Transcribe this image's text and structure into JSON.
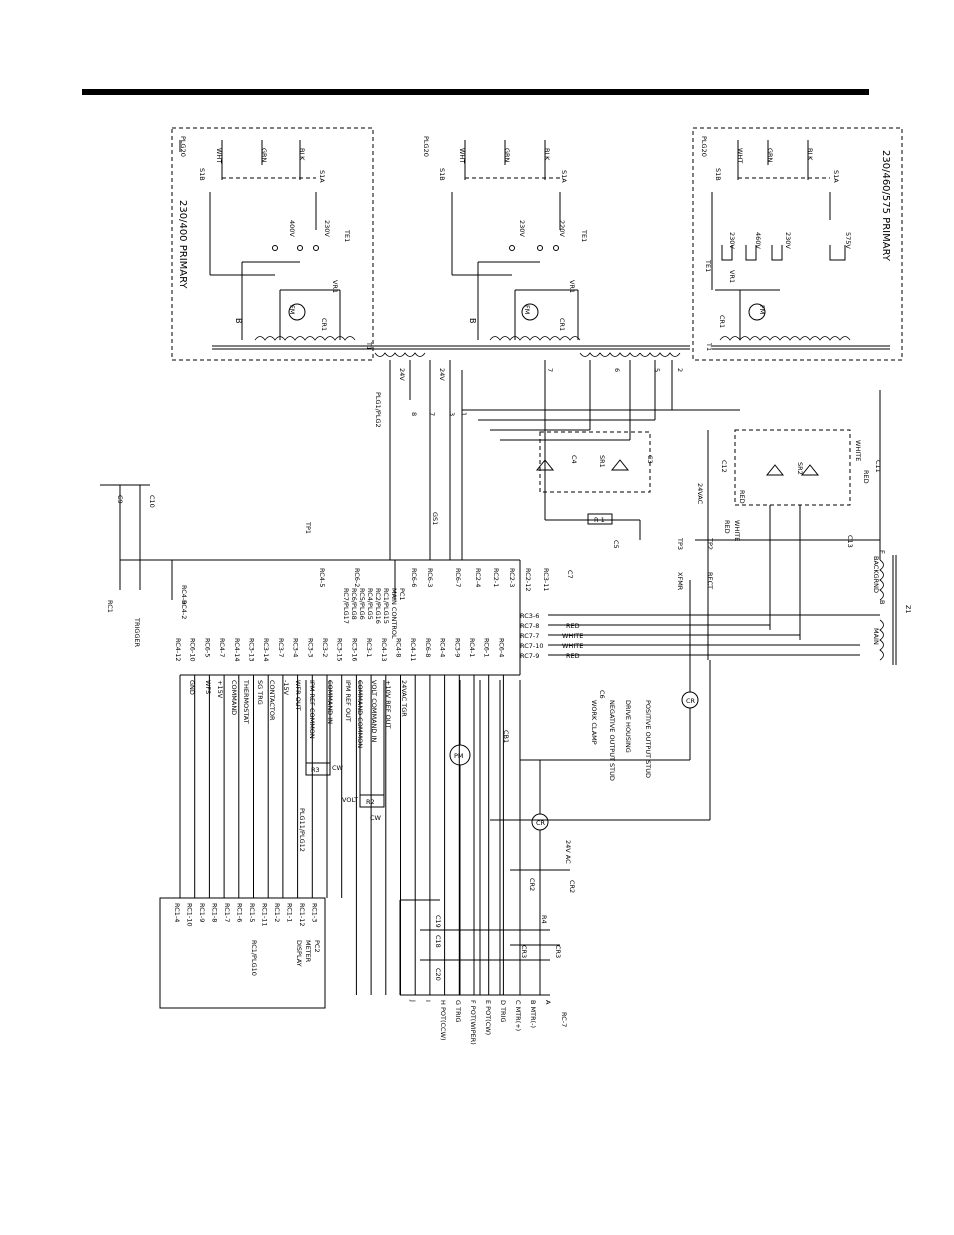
{
  "boxes": {
    "left_title": "230/400 PRIMARY",
    "center_title": "",
    "right_title": "230/460/575 PRIMARY"
  },
  "primary_labels": {
    "plug": "PLG20",
    "wht": "WHT",
    "grn": "GRN",
    "blk": "BLK",
    "s1a": "S1A",
    "s1b": "S1B",
    "te1": "TE1",
    "fm": "FM",
    "vr1": "VR1",
    "cr1": "CR1",
    "b": "B",
    "t1": "T1",
    "v230": "230V",
    "v400": "400V",
    "v460": "460V",
    "v575": "575V",
    "v220": "220V"
  },
  "transformer": {
    "taps": [
      "24V",
      "24V",
      "7",
      "6",
      "5",
      "2"
    ],
    "plug": "PLG1/PLG2",
    "pins": [
      "8",
      "7",
      "3",
      "1"
    ]
  },
  "power": {
    "sr1": "SR1",
    "sr2": "SR2",
    "c3": "C3",
    "c4": "C4",
    "c11": "C11",
    "c12": "C12",
    "c13": "C13",
    "r1": "R 1",
    "c5": "C5",
    "c7": "C7",
    "red": "RED",
    "white": "WHITE",
    "ac": "24VAC",
    "tp1": "TP1",
    "tp2": "TP2",
    "tp3": "TP3",
    "rect": "RECT",
    "xfmr": "XFMR",
    "gs1": "GS1",
    "z1": "Z1",
    "main": "MAIN",
    "background": "BACKGRND",
    "e": "E",
    "b": "B"
  },
  "pc1": {
    "title": "PC1",
    "subtitle": "MAIN CONTROL",
    "plugs": [
      "RC1/PLG15",
      "RC2/PLG16",
      "RC4/PLG5",
      "RC5/PLG6",
      "RC6/PLG8",
      "RC7/PLG17"
    ],
    "left_pins": [
      "RC4-5",
      "RC6-2",
      "RC6-6",
      "RC6-3",
      "RC6-7",
      "RC2-4",
      "RC2-1",
      "RC2-3",
      "RC2-12",
      "RC3-11"
    ],
    "right_pins": [
      "RC3-6",
      "RC7-8",
      "RC7-7",
      "RC7-10",
      "RC7-9"
    ]
  },
  "rc4": {
    "pins": [
      "RC4-9",
      "RC4-2"
    ],
    "rc1": "RC1",
    "trigger": "TRIGGER",
    "c9": "C9",
    "c10": "C10"
  },
  "pc2": {
    "title": "PC2",
    "line2": "METER",
    "line3": "DISPLAY",
    "plug": "RC1/PLG10",
    "pins": [
      "RC1-4",
      "RC1-10",
      "RC1-9",
      "RC1-8",
      "RC1-7",
      "RC1-6",
      "RC1-5",
      "RC1-11",
      "RC1-2",
      "RC1-1",
      "RC1-12",
      "RC1-3"
    ]
  },
  "harness": {
    "pins": [
      "RC4-12",
      "RC6-10",
      "RC6-5",
      "RC4-7",
      "RC4-14",
      "RC3-13",
      "RC3-14",
      "RC3-7",
      "RC3-4",
      "RC3-3",
      "RC3-2",
      "RC3-15",
      "RC3-16",
      "RC3-1",
      "RC4-13",
      "RC4-8",
      "RC4-11",
      "RC6-8",
      "RC4-4",
      "RC3-9",
      "RC4-1",
      "RC6-1",
      "RC6-4"
    ],
    "signals": [
      "GND",
      "WFS",
      "+15V",
      "COMMAND",
      "THERMOSTAT",
      "SG TRG",
      "CONTACTOR",
      "-15V",
      "WFR OUT",
      "IPM REF COMMON",
      "COMMAND IN",
      "IPM REF OUT",
      "COMMAND COMMON",
      "VOLT COMMAND IN",
      "+10V REF OUT",
      "24VAC TGR"
    ],
    "plug": "PLG11/PLG12",
    "r3": "R3",
    "r2": "R2",
    "volt": "VOLT",
    "cw": "CW"
  },
  "output": {
    "positive": "POSITIVE OUTPUT STUD",
    "negative": "NEGATIVE OUTPUT STUD",
    "drive": "DRIVE HOUSING",
    "work": "WORK CLAMP",
    "c6": "C6",
    "cr": "CR"
  },
  "rc7_connector": {
    "title": "RC-7",
    "pins": [
      "A",
      "B MTR(-)",
      "C MTR(+)",
      "D TRIG",
      "E POT(CW)",
      "F POT(WIPER)",
      "G TRIG",
      "H POT(CCW)",
      "I",
      "J"
    ],
    "cr2": "CR2",
    "cr3": "CR3",
    "r4": "R4",
    "c18": "C18",
    "c19": "C19",
    "c20": "C20",
    "ac": "24V AC",
    "pm": "PM",
    "cb1": "CB1"
  }
}
